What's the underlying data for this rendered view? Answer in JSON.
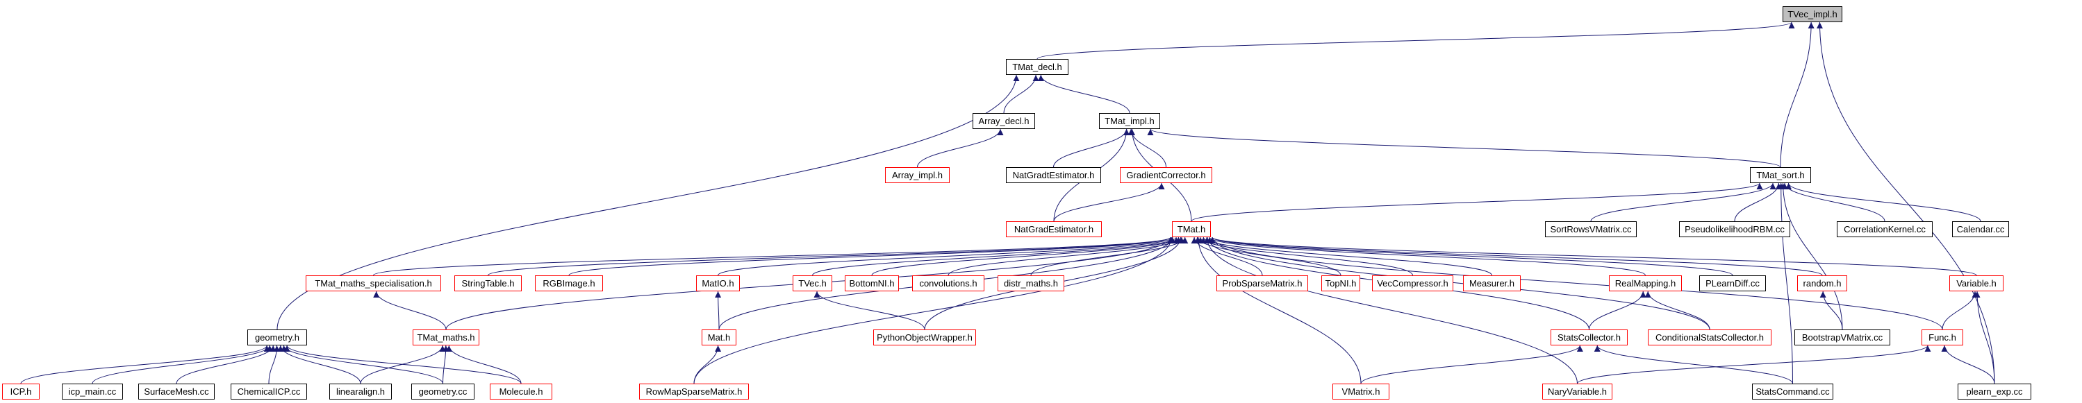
{
  "colors": {
    "edge": "#191970",
    "border_default": "#000000",
    "border_incomplete": "#ff0000",
    "root_fill": "#bfbfbf"
  },
  "nodes": [
    {
      "id": "tvec_impl",
      "label": "TVec_impl.h",
      "style": "root"
    },
    {
      "id": "tmat_decl",
      "label": "TMat_decl.h",
      "style": "black"
    },
    {
      "id": "array_decl",
      "label": "Array_decl.h",
      "style": "black"
    },
    {
      "id": "tmat_impl",
      "label": "TMat_impl.h",
      "style": "black"
    },
    {
      "id": "array_impl",
      "label": "Array_impl.h",
      "style": "red"
    },
    {
      "id": "natgradtest",
      "label": "NatGradtEstimator.h",
      "style": "black"
    },
    {
      "id": "gradcorr",
      "label": "GradientCorrector.h",
      "style": "red"
    },
    {
      "id": "tmat_sort",
      "label": "TMat_sort.h",
      "style": "black"
    },
    {
      "id": "natgradest",
      "label": "NatGradEstimator.h",
      "style": "red"
    },
    {
      "id": "tmat",
      "label": "TMat.h",
      "style": "red"
    },
    {
      "id": "sortrows",
      "label": "SortRowsVMatrix.cc",
      "style": "black"
    },
    {
      "id": "pseudolik",
      "label": "PseudolikelihoodRBM.cc",
      "style": "black"
    },
    {
      "id": "corrkernel",
      "label": "CorrelationKernel.cc",
      "style": "black"
    },
    {
      "id": "calendar",
      "label": "Calendar.cc",
      "style": "black"
    },
    {
      "id": "tmat_spec",
      "label": "TMat_maths_specialisation.h",
      "style": "red"
    },
    {
      "id": "stringtable",
      "label": "StringTable.h",
      "style": "red"
    },
    {
      "id": "rgbimage",
      "label": "RGBImage.h",
      "style": "red"
    },
    {
      "id": "matio",
      "label": "MatIO.h",
      "style": "red"
    },
    {
      "id": "tvec",
      "label": "TVec.h",
      "style": "red"
    },
    {
      "id": "bottomni",
      "label": "BottomNI.h",
      "style": "red"
    },
    {
      "id": "convolutions",
      "label": "convolutions.h",
      "style": "red"
    },
    {
      "id": "distrmaths",
      "label": "distr_maths.h",
      "style": "red"
    },
    {
      "id": "probsparse",
      "label": "ProbSparseMatrix.h",
      "style": "red"
    },
    {
      "id": "topni",
      "label": "TopNI.h",
      "style": "red"
    },
    {
      "id": "veccomp",
      "label": "VecCompressor.h",
      "style": "red"
    },
    {
      "id": "measurer",
      "label": "Measurer.h",
      "style": "red"
    },
    {
      "id": "realmapping",
      "label": "RealMapping.h",
      "style": "red"
    },
    {
      "id": "plearndiff",
      "label": "PLearnDiff.cc",
      "style": "black"
    },
    {
      "id": "random",
      "label": "random.h",
      "style": "red"
    },
    {
      "id": "variable",
      "label": "Variable.h",
      "style": "red"
    },
    {
      "id": "geometry",
      "label": "geometry.h",
      "style": "black"
    },
    {
      "id": "tmat_maths",
      "label": "TMat_maths.h",
      "style": "red"
    },
    {
      "id": "mat",
      "label": "Mat.h",
      "style": "red"
    },
    {
      "id": "pyobj",
      "label": "PythonObjectWrapper.h",
      "style": "red"
    },
    {
      "id": "statscoll",
      "label": "StatsCollector.h",
      "style": "red"
    },
    {
      "id": "condstats",
      "label": "ConditionalStatsCollector.h",
      "style": "red"
    },
    {
      "id": "bootstrap",
      "label": "BootstrapVMatrix.cc",
      "style": "black"
    },
    {
      "id": "func",
      "label": "Func.h",
      "style": "red"
    },
    {
      "id": "icp",
      "label": "ICP.h",
      "style": "red"
    },
    {
      "id": "icpmain",
      "label": "icp_main.cc",
      "style": "black"
    },
    {
      "id": "surfacemesh",
      "label": "SurfaceMesh.cc",
      "style": "black"
    },
    {
      "id": "chemicalicp",
      "label": "ChemicalICP.cc",
      "style": "black"
    },
    {
      "id": "linearalign",
      "label": "linearalign.h",
      "style": "black"
    },
    {
      "id": "geometrycc",
      "label": "geometry.cc",
      "style": "black"
    },
    {
      "id": "molecule",
      "label": "Molecule.h",
      "style": "red"
    },
    {
      "id": "rowmap",
      "label": "RowMapSparseMatrix.h",
      "style": "red"
    },
    {
      "id": "vmatrix",
      "label": "VMatrix.h",
      "style": "red"
    },
    {
      "id": "naryvar",
      "label": "NaryVariable.h",
      "style": "red"
    },
    {
      "id": "statscmd",
      "label": "StatsCommand.cc",
      "style": "black"
    },
    {
      "id": "plearnexp",
      "label": "plearn_exp.cc",
      "style": "black"
    }
  ],
  "edges": [
    [
      "tmat_decl",
      "tvec_impl"
    ],
    [
      "tmat_sort",
      "tvec_impl"
    ],
    [
      "plearnexp",
      "tvec_impl"
    ],
    [
      "array_decl",
      "tmat_decl"
    ],
    [
      "tmat_impl",
      "tmat_decl"
    ],
    [
      "geometry",
      "tmat_decl"
    ],
    [
      "array_impl",
      "array_decl"
    ],
    [
      "natgradtest",
      "tmat_impl"
    ],
    [
      "gradcorr",
      "tmat_impl"
    ],
    [
      "natgradest",
      "tmat_impl"
    ],
    [
      "tmat",
      "tmat_impl"
    ],
    [
      "tmat_sort",
      "tmat_impl"
    ],
    [
      "natgradest",
      "gradcorr"
    ],
    [
      "tmat",
      "tmat_sort"
    ],
    [
      "sortrows",
      "tmat_sort"
    ],
    [
      "pseudolik",
      "tmat_sort"
    ],
    [
      "corrkernel",
      "tmat_sort"
    ],
    [
      "calendar",
      "tmat_sort"
    ],
    [
      "bootstrap",
      "tmat_sort"
    ],
    [
      "statscmd",
      "tmat_sort"
    ],
    [
      "tmat_spec",
      "tmat"
    ],
    [
      "stringtable",
      "tmat"
    ],
    [
      "rgbimage",
      "tmat"
    ],
    [
      "matio",
      "tmat"
    ],
    [
      "tvec",
      "tmat"
    ],
    [
      "bottomni",
      "tmat"
    ],
    [
      "convolutions",
      "tmat"
    ],
    [
      "distrmaths",
      "tmat"
    ],
    [
      "probsparse",
      "tmat"
    ],
    [
      "topni",
      "tmat"
    ],
    [
      "veccomp",
      "tmat"
    ],
    [
      "measurer",
      "tmat"
    ],
    [
      "realmapping",
      "tmat"
    ],
    [
      "plearndiff",
      "tmat"
    ],
    [
      "random",
      "tmat"
    ],
    [
      "variable",
      "tmat"
    ],
    [
      "tmat_maths",
      "tmat"
    ],
    [
      "mat",
      "tmat"
    ],
    [
      "pyobj",
      "tmat"
    ],
    [
      "statscoll",
      "tmat"
    ],
    [
      "condstats",
      "tmat"
    ],
    [
      "func",
      "tmat"
    ],
    [
      "rowmap",
      "tmat"
    ],
    [
      "vmatrix",
      "tmat"
    ],
    [
      "naryvar",
      "tmat"
    ],
    [
      "tmat_maths",
      "tmat_spec"
    ],
    [
      "mat",
      "matio"
    ],
    [
      "pyobj",
      "tvec"
    ],
    [
      "statscoll",
      "realmapping"
    ],
    [
      "condstats",
      "realmapping"
    ],
    [
      "bootstrap",
      "random"
    ],
    [
      "func",
      "variable"
    ],
    [
      "plearnexp",
      "variable"
    ],
    [
      "icp",
      "geometry"
    ],
    [
      "icpmain",
      "geometry"
    ],
    [
      "surfacemesh",
      "geometry"
    ],
    [
      "chemicalicp",
      "geometry"
    ],
    [
      "linearalign",
      "geometry"
    ],
    [
      "geometrycc",
      "geometry"
    ],
    [
      "molecule",
      "geometry"
    ],
    [
      "linearalign",
      "tmat_maths"
    ],
    [
      "geometrycc",
      "tmat_maths"
    ],
    [
      "molecule",
      "tmat_maths"
    ],
    [
      "rowmap",
      "mat"
    ],
    [
      "vmatrix",
      "statscoll"
    ],
    [
      "statscmd",
      "statscoll"
    ],
    [
      "naryvar",
      "func"
    ],
    [
      "plearnexp",
      "func"
    ]
  ]
}
